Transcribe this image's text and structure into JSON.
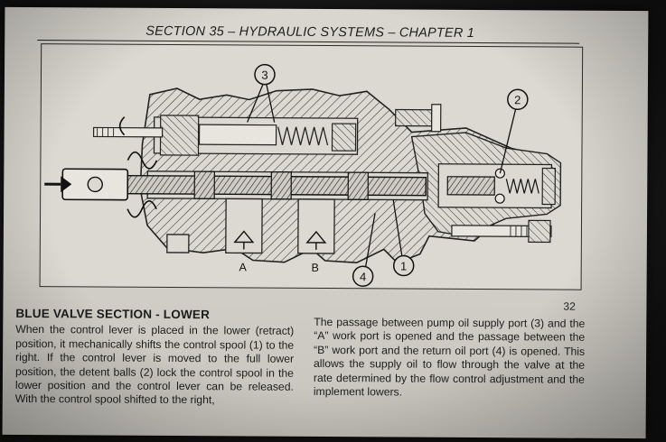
{
  "page": {
    "header": "SECTION 35 – HYDRAULIC SYSTEMS – CHAPTER 1",
    "figure_number": "32"
  },
  "figure": {
    "callouts": [
      "3",
      "2",
      "1",
      "4"
    ],
    "port_labels": [
      "A",
      "B"
    ]
  },
  "text": {
    "title": "BLUE VALVE SECTION - LOWER",
    "left_paragraph": "When the control lever is placed in the lower (retract) position, it mechanically shifts the control spool (1) to the right. If the control lever is moved to the full lower position, the detent balls (2) lock the control spool in the lower position and the control lever can be released. With the control spool shifted to the right,",
    "right_paragraph": "The passage between pump oil supply port (3) and the “A” work port is opened and the passage between the “B” work port and the return oil port (4) is opened. This allows the supply oil to flow through the valve at the rate determined by the flow control adjustment and the implement lowers."
  }
}
